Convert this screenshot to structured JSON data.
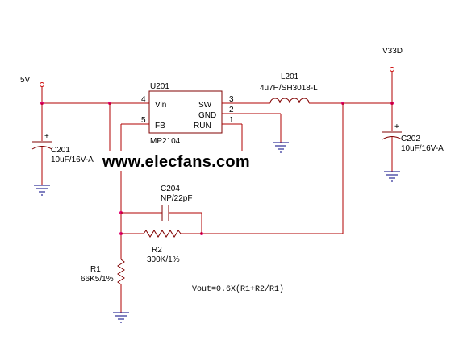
{
  "supply_in": {
    "label": "5V"
  },
  "supply_out": {
    "label": "V33D"
  },
  "ic": {
    "ref": "U201",
    "part": "MP2104",
    "pins": {
      "vin": {
        "name": "Vin",
        "num": "4"
      },
      "fb": {
        "name": "FB",
        "num": "5"
      },
      "sw": {
        "name": "SW",
        "num": "3"
      },
      "gnd": {
        "name": "GND",
        "num": "2"
      },
      "run": {
        "name": "RUN",
        "num": "1"
      }
    }
  },
  "inductor": {
    "ref": "L201",
    "value": "4u7H/SH3018-L"
  },
  "c201": {
    "ref": "C201",
    "value": "10uF/16V-A",
    "polarity": "+"
  },
  "c202": {
    "ref": "C202",
    "value": "10uF/16V-A",
    "polarity": "+"
  },
  "c204": {
    "ref": "C204",
    "value": "NP/22pF"
  },
  "r1": {
    "ref": "R1",
    "value": "66K5/1%"
  },
  "r2": {
    "ref": "R2",
    "value": "300K/1%"
  },
  "formula": "Vout=0.6X(R1+R2/R1)",
  "watermark": "www.elecfans.com",
  "colors": {
    "wire": "#b00000",
    "part": "#800000",
    "ground": "#000080",
    "junction": "#e00070"
  }
}
